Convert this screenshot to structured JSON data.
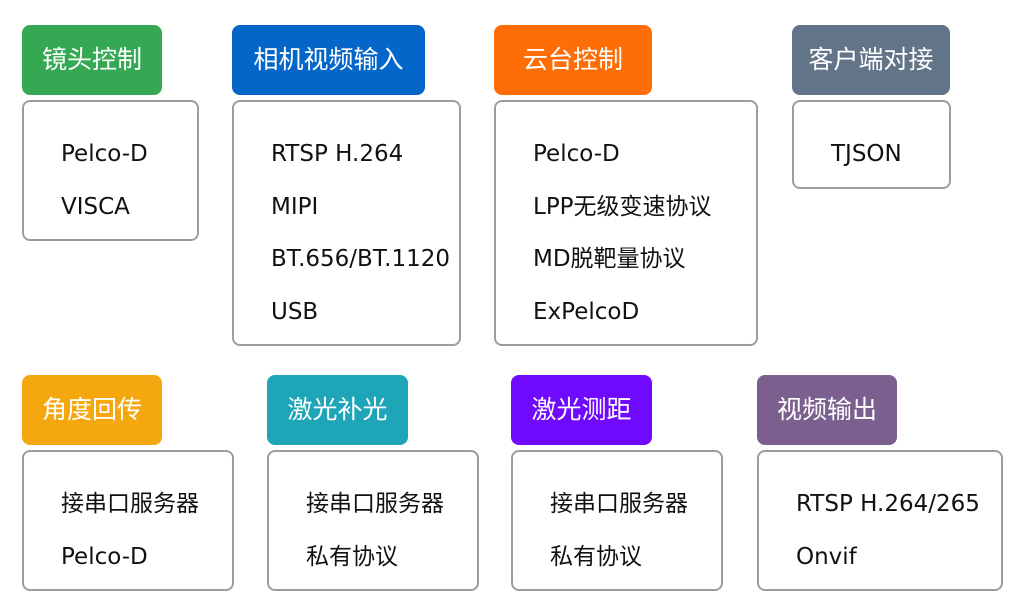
{
  "groups": {
    "lens": {
      "title": "镜头控制",
      "color": "#34a853",
      "items": [
        "Pelco-D",
        "VISCA"
      ]
    },
    "camera": {
      "title": "相机视频输入",
      "color": "#0466c8",
      "items": [
        "RTSP H.264",
        "MIPI",
        "BT.656/BT.1120",
        "USB"
      ]
    },
    "ptz": {
      "title": "云台控制",
      "color": "#ff6d06",
      "items": [
        "Pelco-D",
        "LPP无级变速协议",
        "MD脱靶量协议",
        "ExPelcoD"
      ]
    },
    "client": {
      "title": "客户端对接",
      "color": "#627487",
      "items": [
        "TJSON"
      ]
    },
    "angle": {
      "title": "角度回传",
      "color": "#f4a70f",
      "items": [
        "接串口服务器",
        "Pelco-D"
      ]
    },
    "laser_light": {
      "title": "激光补光",
      "color": "#1ea6b8",
      "items": [
        "接串口服务器",
        "私有协议"
      ]
    },
    "laser_range": {
      "title": "激光测距",
      "color": "#6f0aff",
      "items": [
        "接串口服务器",
        "私有协议"
      ]
    },
    "video_out": {
      "title": "视频输出",
      "color": "#7b5f8e",
      "items": [
        "RTSP H.264/265",
        "Onvif"
      ]
    }
  }
}
